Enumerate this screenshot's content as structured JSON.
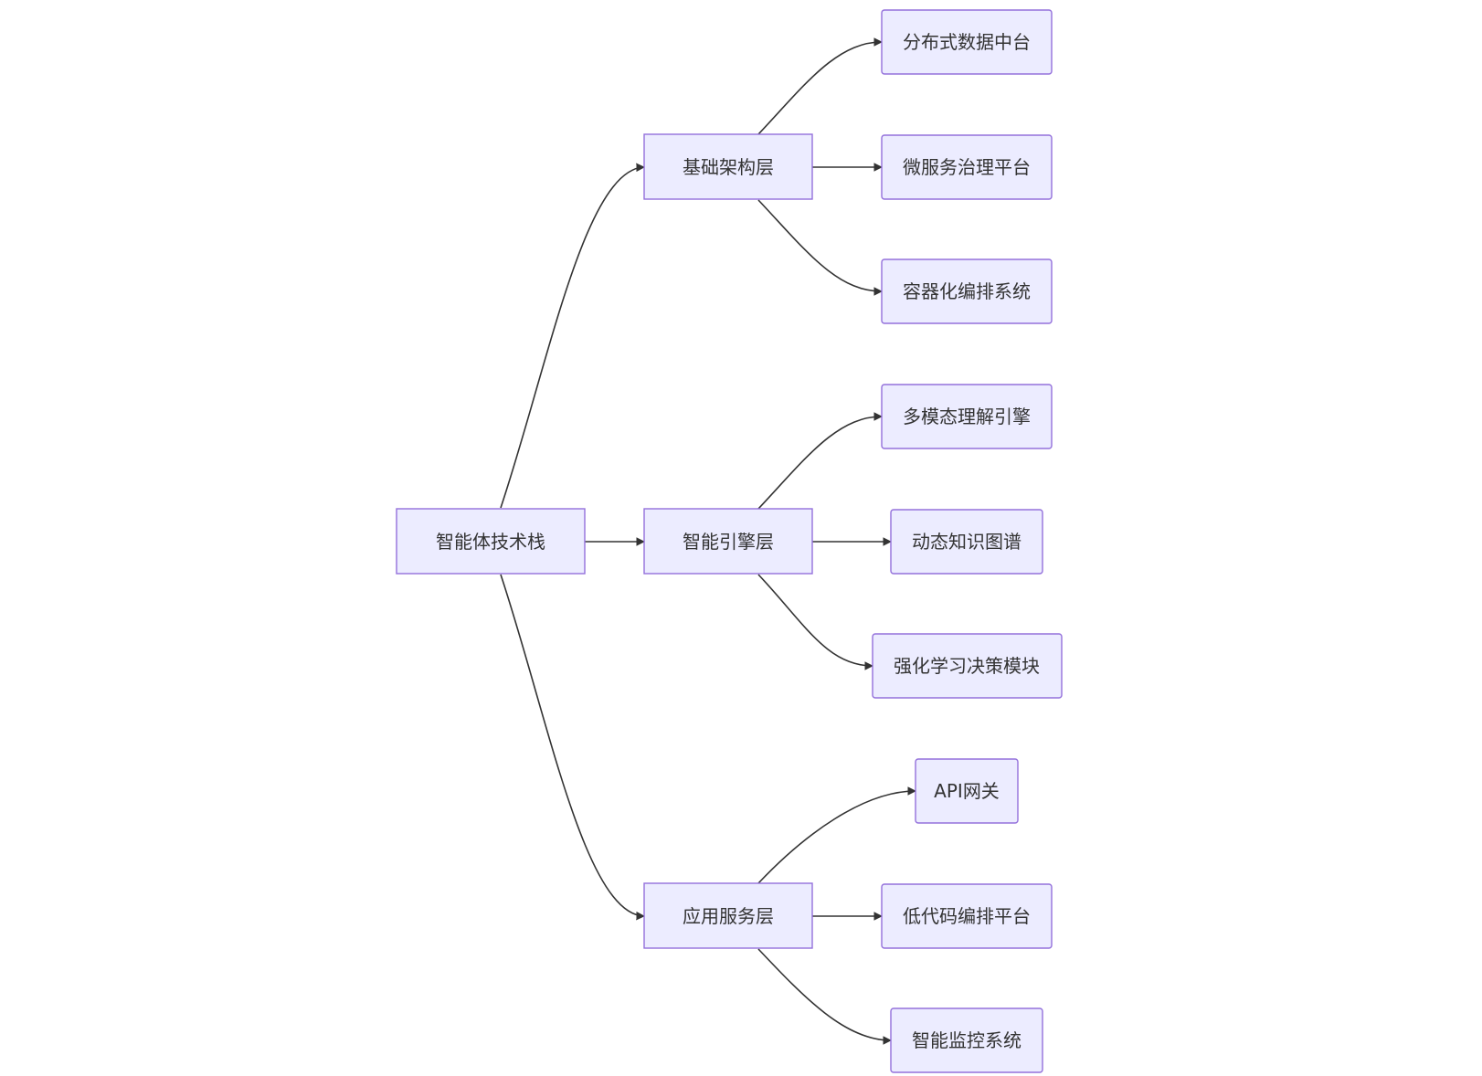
{
  "diagram": {
    "root": {
      "label": "智能体技术栈"
    },
    "layers": [
      {
        "label": "基础架构层",
        "children": [
          "分布式数据中台",
          "微服务治理平台",
          "容器化编排系统"
        ]
      },
      {
        "label": "智能引擎层",
        "children": [
          "多模态理解引擎",
          "动态知识图谱",
          "强化学习决策模块"
        ]
      },
      {
        "label": "应用服务层",
        "children": [
          "API网关",
          "低代码编排平台",
          "智能监控系统"
        ]
      }
    ],
    "colors": {
      "node_fill": "#ececff",
      "node_stroke": "#9370db",
      "edge": "#333333",
      "text": "#333333"
    }
  }
}
